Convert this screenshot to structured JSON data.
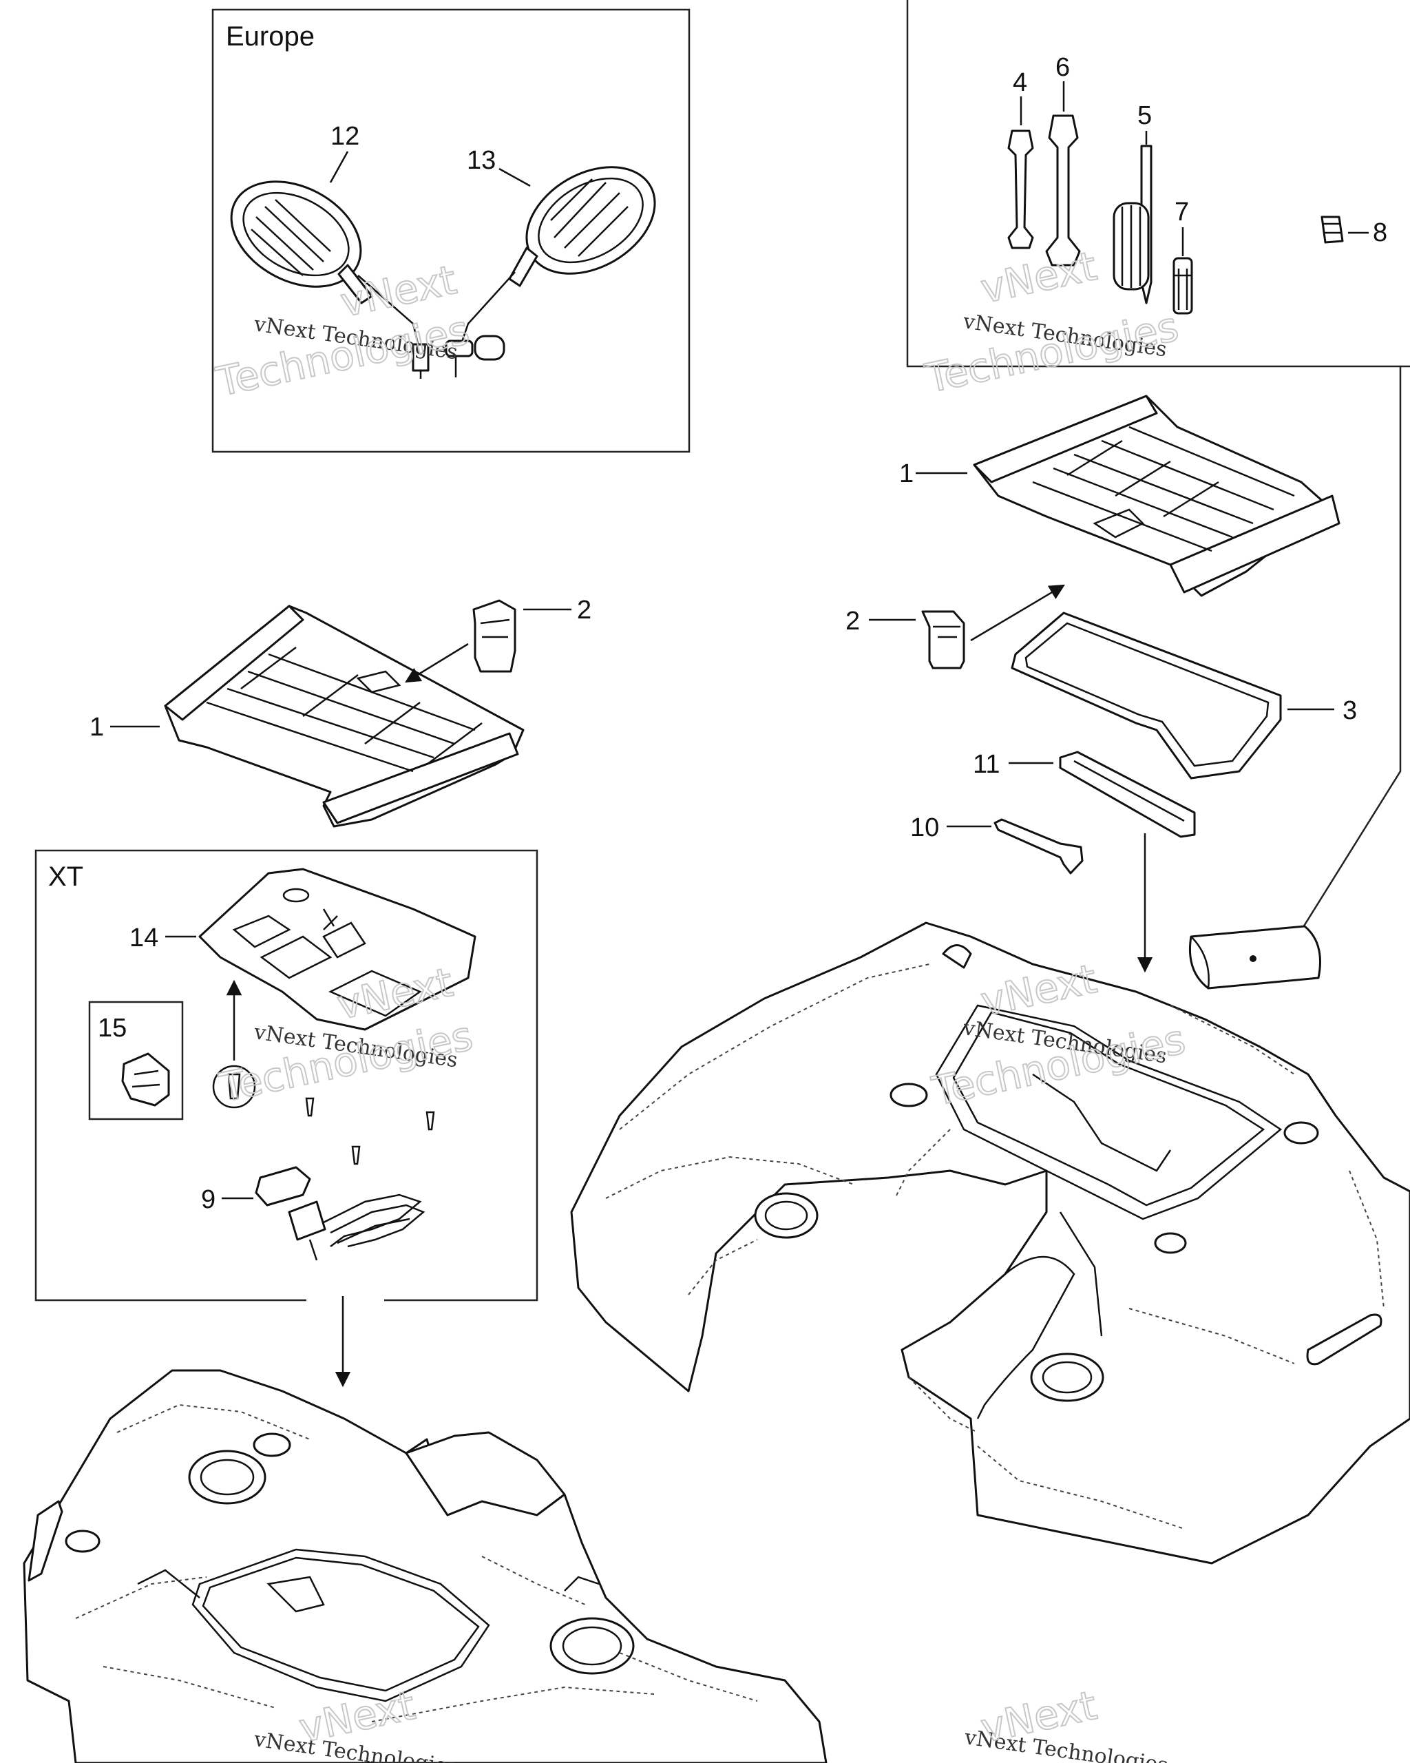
{
  "boxes": {
    "europe": "Europe",
    "xt": "XT"
  },
  "callouts": {
    "c12": "12",
    "c13": "13",
    "c4": "4",
    "c6": "6",
    "c5": "5",
    "c7": "7",
    "c8": "8",
    "c1_right": "1",
    "c2_right": "2",
    "c3": "3",
    "c11": "11",
    "c10": "10",
    "c1_left": "1",
    "c2_left": "2",
    "c14": "14",
    "c15": "15",
    "c9": "9"
  },
  "watermark": {
    "line1": "vNext Technologies",
    "word_a": "vNext",
    "word_b": "Technologies"
  }
}
